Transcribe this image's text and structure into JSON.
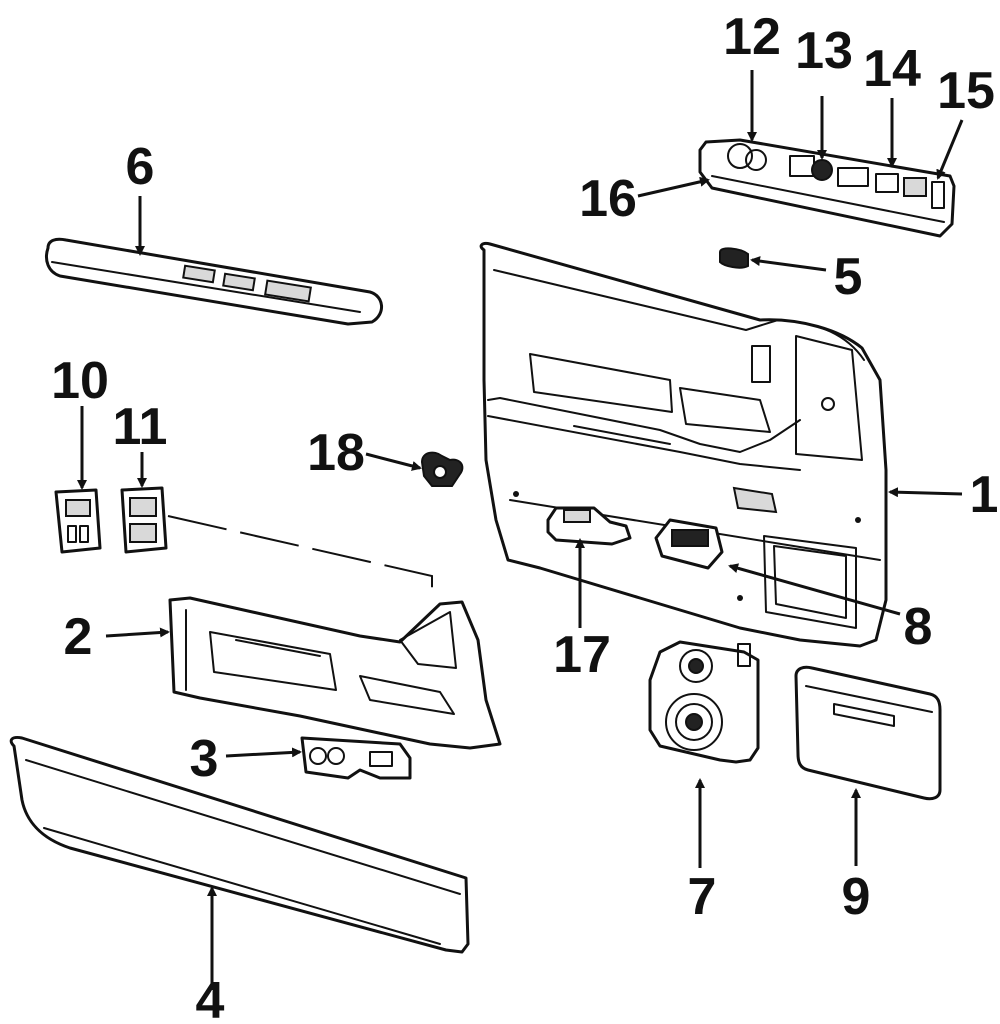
{
  "labels": {
    "1": "1",
    "2": "2",
    "3": "3",
    "4": "4",
    "5": "5",
    "6": "6",
    "7": "7",
    "8": "8",
    "9": "9",
    "10": "10",
    "11": "11",
    "12": "12",
    "13": "13",
    "14": "14",
    "15": "15",
    "16": "16",
    "17": "17",
    "18": "18"
  },
  "colors": {
    "ink": "#111111",
    "background": "#ffffff",
    "shade": "#d9d9d9"
  }
}
